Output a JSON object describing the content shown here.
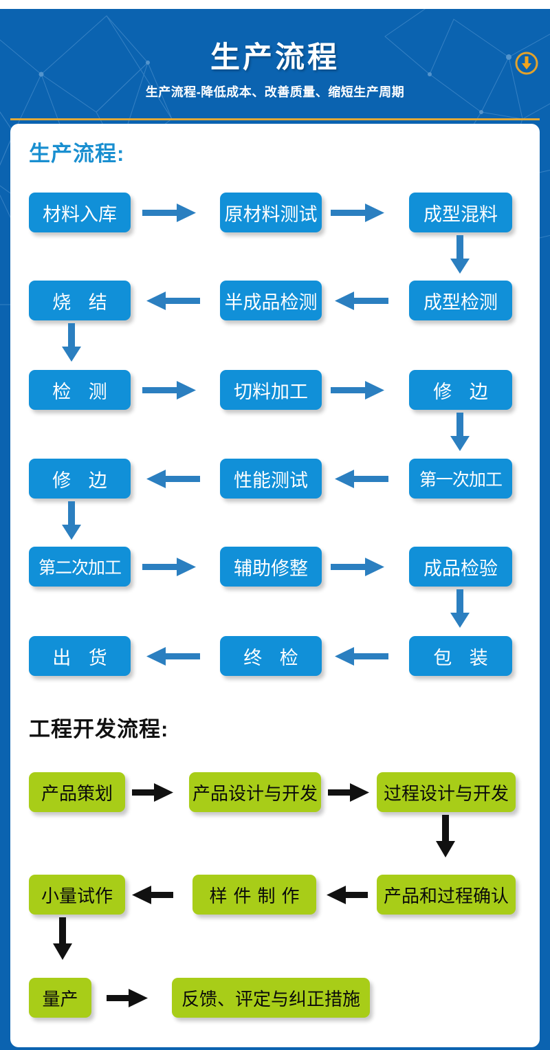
{
  "header": {
    "title": "生产流程",
    "subtitle": "生产流程-降低成本、改善质量、缩短生产周期",
    "download_icon": "download-circle-icon"
  },
  "colors": {
    "backdrop_blue": "#0b63b0",
    "box_blue": "#1190d8",
    "box_green": "#a8cd18",
    "gold_rule": "#e0a93a",
    "heading_blue": "#1a8fd0",
    "heading_black": "#111111",
    "arrow_blue": "#1f7fc4",
    "arrow_black": "#111111",
    "card_white": "#ffffff"
  },
  "sections": [
    {
      "heading": "生产流程:",
      "heading_color": "#1a8fd0",
      "box_color": "#1190d8",
      "arrow_color": "#1f7fc4",
      "rows": [
        {
          "direction": "right",
          "boxes": [
            "材料入库",
            "原材料测试",
            "成型混料"
          ]
        },
        {
          "direction": "left",
          "boxes": [
            "烧  结",
            "半成品检测",
            "成型检测"
          ]
        },
        {
          "direction": "right",
          "boxes": [
            "检  测",
            "切料加工",
            "修  边"
          ]
        },
        {
          "direction": "left",
          "boxes": [
            "修  边",
            "性能测试",
            "第一次加工"
          ]
        },
        {
          "direction": "right",
          "boxes": [
            "第二次加工",
            "辅助修整",
            "成品检验"
          ]
        },
        {
          "direction": "left",
          "boxes": [
            "出  货",
            "终  检",
            "包  装"
          ]
        }
      ]
    },
    {
      "heading": "工程开发流程:",
      "heading_color": "#111111",
      "box_color": "#a8cd18",
      "arrow_color": "#111111",
      "rows": [
        {
          "direction": "right",
          "boxes": [
            "产品策划",
            "产品设计与开发",
            "过程设计与开发"
          ]
        },
        {
          "direction": "left",
          "boxes": [
            "小量试作",
            "样件制作",
            "产品和过程确认"
          ]
        },
        {
          "direction": "right",
          "boxes": [
            "量产",
            "反馈、评定与纠正措施"
          ]
        }
      ]
    }
  ],
  "chart_data": {
    "type": "diagram",
    "title": "生产流程",
    "flows": [
      {
        "name": "生产流程",
        "style": "blue",
        "sequence": [
          "材料入库",
          "原材料测试",
          "成型混料",
          "成型检测",
          "半成品检测",
          "烧  结",
          "检  测",
          "切料加工",
          "修  边",
          "第一次加工",
          "性能测试",
          "修  边",
          "第二次加工",
          "辅助修整",
          "成品检验",
          "包  装",
          "终  检",
          "出  货"
        ]
      },
      {
        "name": "工程开发流程",
        "style": "green",
        "sequence": [
          "产品策划",
          "产品设计与开发",
          "过程设计与开发",
          "产品和过程确认",
          "样件制作",
          "小量试作",
          "量产",
          "反馈、评定与纠正措施"
        ]
      }
    ]
  }
}
